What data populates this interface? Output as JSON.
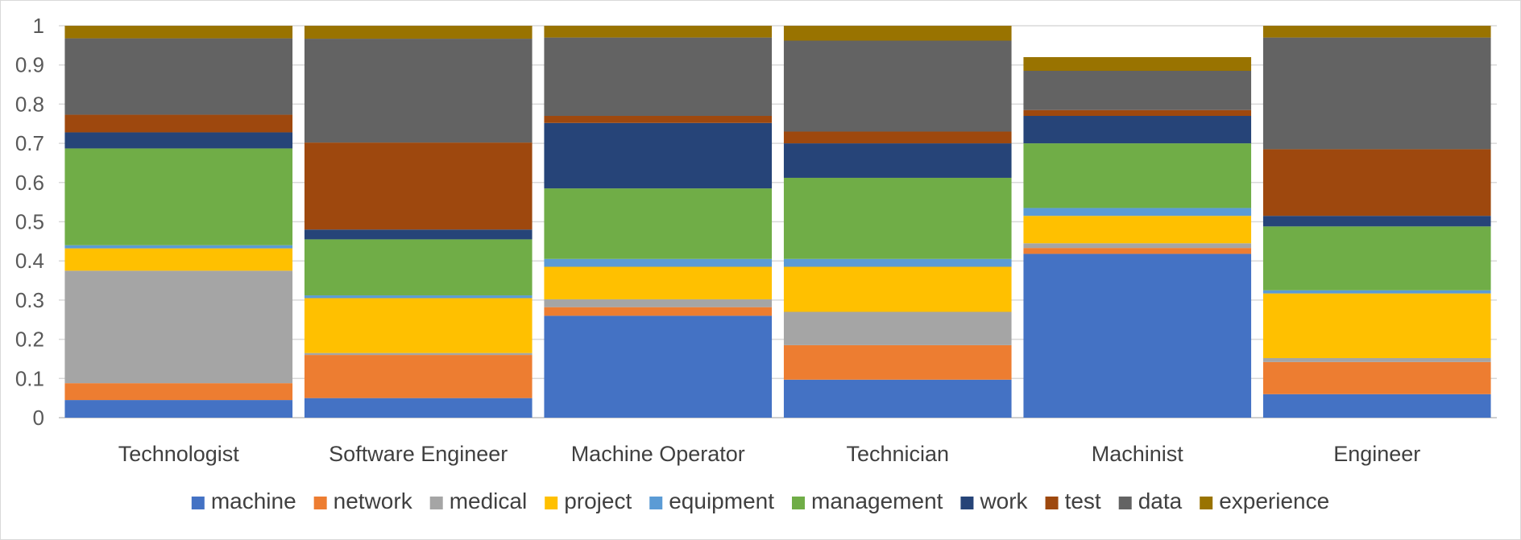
{
  "chart_data": {
    "type": "bar",
    "stacked": true,
    "normalized": true,
    "categories": [
      "Technologist",
      "Software Engineer",
      "Machine Operator",
      "Technician",
      "Machinist",
      "Engineer"
    ],
    "ylim": [
      0,
      1
    ],
    "yticks": [
      "0",
      "0.1",
      "0.2",
      "0.3",
      "0.4",
      "0.5",
      "0.6",
      "0.7",
      "0.8",
      "0.9",
      "1"
    ],
    "grid": true,
    "legend_position": "bottom",
    "series": [
      {
        "name": "machine",
        "color": "#4472c4",
        "values": [
          0.045,
          0.05,
          0.26,
          0.097,
          0.418,
          0.06
        ]
      },
      {
        "name": "network",
        "color": "#ed7d31",
        "values": [
          0.043,
          0.11,
          0.022,
          0.088,
          0.015,
          0.082
        ]
      },
      {
        "name": "medical",
        "color": "#a5a5a5",
        "values": [
          0.287,
          0.005,
          0.02,
          0.085,
          0.012,
          0.01
        ]
      },
      {
        "name": "project",
        "color": "#ffc000",
        "values": [
          0.057,
          0.14,
          0.083,
          0.115,
          0.07,
          0.165
        ]
      },
      {
        "name": "equipment",
        "color": "#5b9bd5",
        "values": [
          0.008,
          0.007,
          0.02,
          0.02,
          0.02,
          0.008
        ]
      },
      {
        "name": "management",
        "color": "#70ad47",
        "values": [
          0.247,
          0.143,
          0.18,
          0.207,
          0.165,
          0.163
        ]
      },
      {
        "name": "work",
        "color": "#264478",
        "values": [
          0.041,
          0.025,
          0.167,
          0.088,
          0.07,
          0.027
        ]
      },
      {
        "name": "test",
        "color": "#9e480e",
        "values": [
          0.045,
          0.222,
          0.018,
          0.03,
          0.015,
          0.17
        ]
      },
      {
        "name": "data",
        "color": "#636363",
        "values": [
          0.195,
          0.265,
          0.2,
          0.232,
          0.1,
          0.285
        ]
      },
      {
        "name": "experience",
        "color": "#997300",
        "values": [
          0.032,
          0.033,
          0.03,
          0.038,
          0.035,
          0.03
        ]
      }
    ]
  }
}
